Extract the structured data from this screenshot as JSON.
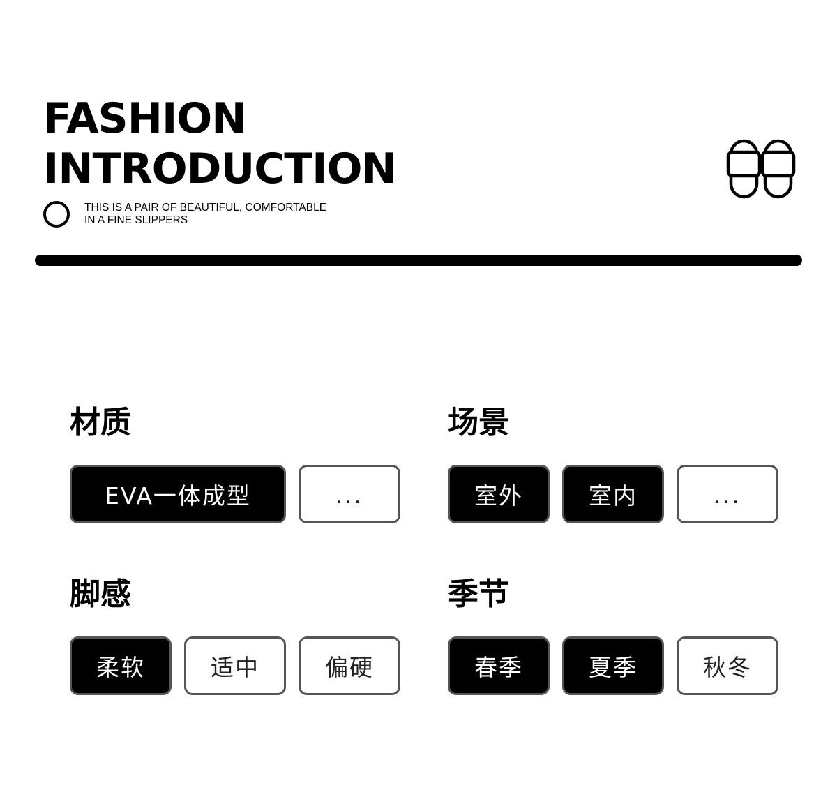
{
  "header": {
    "title_line1": "FASHION",
    "title_line2": "INTRODUCTION",
    "subtitle_line1": "THIS IS A PAIR OF BEAUTIFUL, COMFORTABLE",
    "subtitle_line2": "IN A FINE SLIPPERS",
    "icon": "slippers-icon"
  },
  "sections": {
    "material": {
      "title": "材质",
      "tags": [
        {
          "label": "EVA一体成型",
          "selected": true
        },
        {
          "label": "...",
          "selected": false
        }
      ]
    },
    "scene": {
      "title": "场景",
      "tags": [
        {
          "label": "室外",
          "selected": true
        },
        {
          "label": "室内",
          "selected": true
        },
        {
          "label": "...",
          "selected": false
        }
      ]
    },
    "feel": {
      "title": "脚感",
      "tags": [
        {
          "label": "柔软",
          "selected": true
        },
        {
          "label": "适中",
          "selected": false
        },
        {
          "label": "偏硬",
          "selected": false
        }
      ]
    },
    "season": {
      "title": "季节",
      "tags": [
        {
          "label": "春季",
          "selected": true
        },
        {
          "label": "夏季",
          "selected": true
        },
        {
          "label": "秋冬",
          "selected": false
        }
      ]
    }
  },
  "colors": {
    "selected_bg": "#000000",
    "selected_text": "#ffffff",
    "unselected_bg": "#ffffff",
    "tag_border": "#555555"
  }
}
